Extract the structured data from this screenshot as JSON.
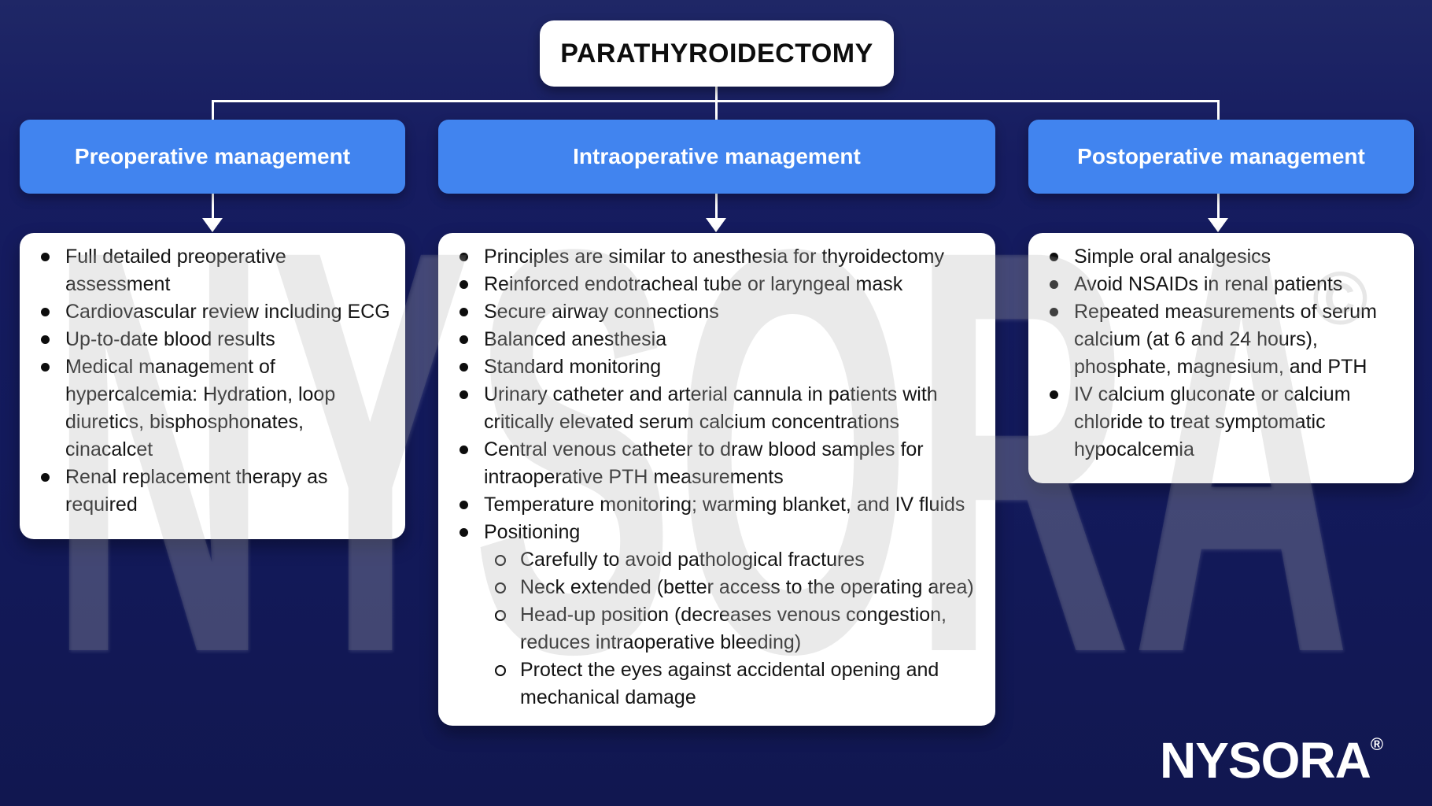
{
  "title": "PARATHYROIDECTOMY",
  "watermark": {
    "text": "NYSORA",
    "symbol": "©"
  },
  "brand_logo": {
    "text": "NYSORA",
    "symbol": "®"
  },
  "colors": {
    "background_navy": "#131a5c",
    "header_blue": "#4184ef",
    "box_white": "#ffffff",
    "body_text": "#141414",
    "connector_white": "#ffffff"
  },
  "columns": [
    {
      "header": "Preoperative management",
      "items": [
        {
          "text": "Full detailed preoperative assessment"
        },
        {
          "text": "Cardiovascular review including ECG"
        },
        {
          "text": "Up-to-date blood results"
        },
        {
          "text": "Medical management of hypercalcemia: Hydration, loop diuretics, bisphosphonates, cinacalcet"
        },
        {
          "text": "Renal replacement therapy as required"
        }
      ]
    },
    {
      "header": "Intraoperative management",
      "items": [
        {
          "text": "Principles are similar to anesthesia for thyroidectomy"
        },
        {
          "text": "Reinforced endotracheal tube or laryngeal mask"
        },
        {
          "text": "Secure airway connections"
        },
        {
          "text": "Balanced anesthesia"
        },
        {
          "text": "Standard monitoring"
        },
        {
          "text": "Urinary catheter and arterial cannula in patients with critically elevated serum calcium concentrations"
        },
        {
          "text": "Central venous catheter to draw blood samples for intraoperative PTH measurements"
        },
        {
          "text": "Temperature monitoring; warming blanket, and IV fluids"
        },
        {
          "text": "Positioning",
          "subitems": [
            "Carefully to avoid pathological fractures",
            "Neck extended (better access to the operating area)",
            "Head-up position (decreases venous congestion, reduces intraoperative bleeding)",
            "Protect the eyes against accidental opening and mechanical damage"
          ]
        }
      ]
    },
    {
      "header": "Postoperative management",
      "items": [
        {
          "text": "Simple oral analgesics"
        },
        {
          "text": "Avoid NSAIDs in renal patients"
        },
        {
          "text": "Repeated measurements of serum calcium (at 6 and 24 hours), phosphate, magnesium, and PTH"
        },
        {
          "text": "IV calcium gluconate or calcium chloride to treat symptomatic hypocalcemia"
        }
      ]
    }
  ]
}
